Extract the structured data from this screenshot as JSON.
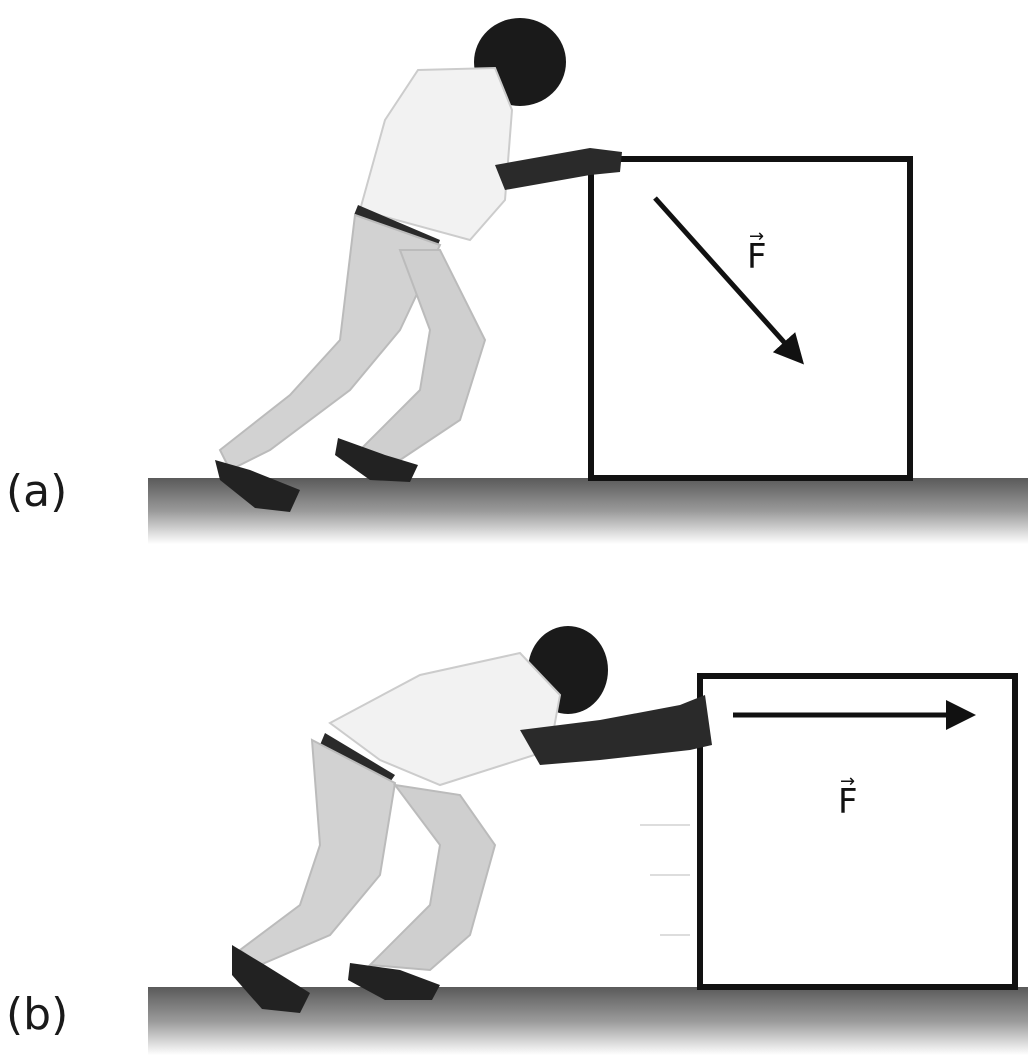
{
  "panel_a": {
    "label": "(a)",
    "force": "F",
    "description_icon": "person-pushing-down-icon"
  },
  "panel_b": {
    "label": "(b)",
    "force": "F",
    "description_icon": "person-pushing-horizontal-icon"
  },
  "colors": {
    "ink": "#111111",
    "floor": "#6f6f6f",
    "shirt": "#f2f2f2",
    "pants": "#cfcfcf"
  }
}
